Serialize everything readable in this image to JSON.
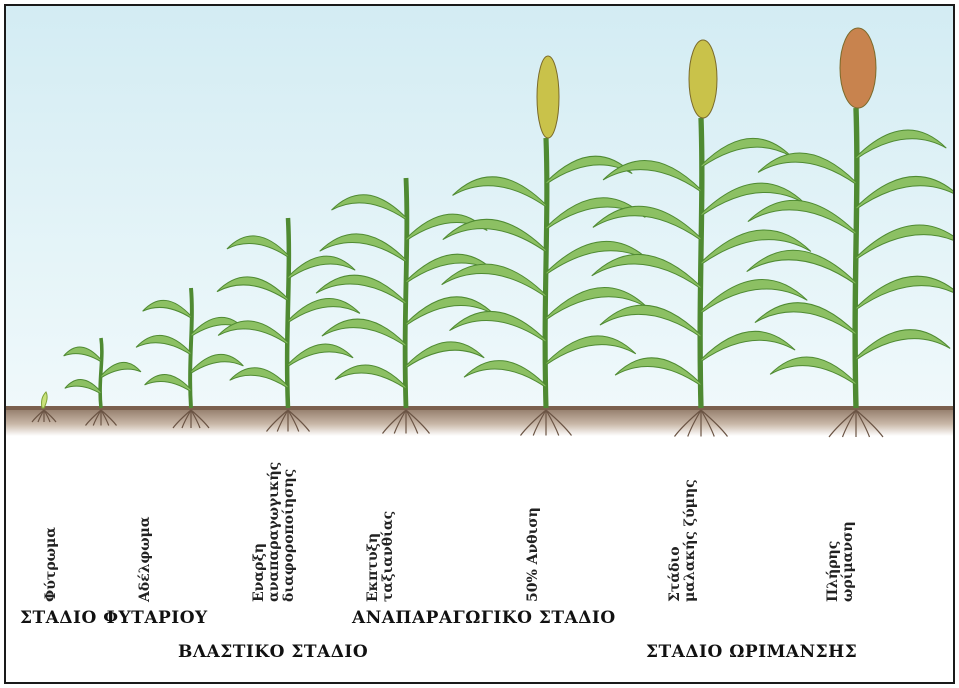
{
  "growth_labels": [
    {
      "lines": [
        "Φύτρωμα"
      ]
    },
    {
      "lines": [
        "Αδέλφωμα"
      ]
    },
    {
      "lines": [
        "Εναρξη",
        "αναπαραγωγικής",
        "διαφοροποίησης"
      ]
    },
    {
      "lines": [
        "Εκπτυξη",
        "ταξιανθίας"
      ]
    },
    {
      "lines": [
        "50% Ανθιση"
      ]
    },
    {
      "lines": [
        "Στάδιο",
        "μαλακής ζύμης"
      ]
    },
    {
      "lines": [
        "Πλήρης",
        "ωρίμανση"
      ]
    }
  ],
  "stages": {
    "seedling": "ΣΤΑΔΙΟ ΦΥΤΑΡΙΟΥ",
    "vegetative": "ΒΛΑΣΤΙΚΟ ΣΤΑΔΙΟ",
    "reproductive": "ΑΝΑΠΑΡΑΓΩΓΙΚΟ ΣΤΑΔΙΟ",
    "maturity": "ΣΤΑΔΙΟ ΩΡΙΜΑΝΣΗΣ"
  },
  "colors": {
    "sky_top": "#d6eef4",
    "sky_bottom": "#eef8fb",
    "soil": "#8a7260",
    "leaf": "#8cc063",
    "leaf_dark": "#4f8a32",
    "panicle_green": "#c9c24a",
    "panicle_mature": "#c8834e"
  }
}
